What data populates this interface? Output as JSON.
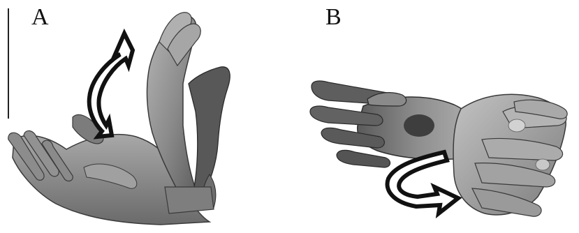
{
  "panels": [
    {
      "label": "A",
      "subject": "two-hands-flexion-rotation",
      "arrow": "curved-rotation-arrow"
    },
    {
      "label": "B",
      "subject": "two-hands-wrist-rotation",
      "arrow": "loop-rotation-arrow"
    }
  ],
  "colors": {
    "hand_light": "#9a9a9a",
    "hand_mid": "#7a7a7a",
    "hand_dark": "#4a4a4a",
    "arrow_stroke": "#111111",
    "arrow_fill": "#ffffff"
  }
}
